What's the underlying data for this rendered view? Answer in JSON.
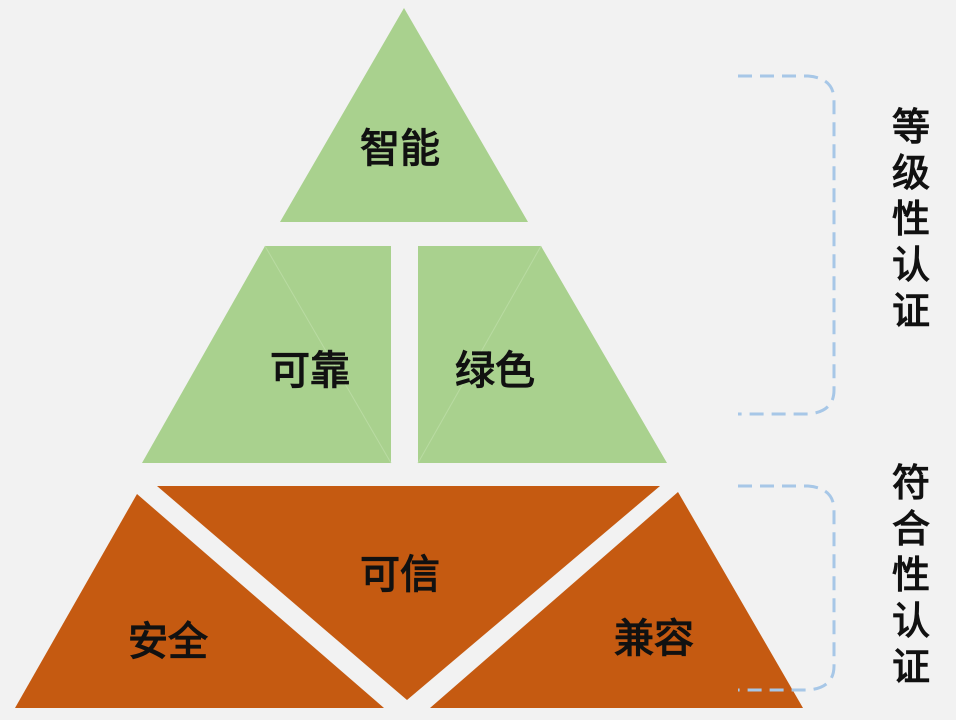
{
  "pyramid": {
    "top": {
      "label": "智能",
      "color": "#a9d18e"
    },
    "middle_left": {
      "label": "可靠",
      "color": "#a9d18e"
    },
    "middle_right": {
      "label": "绿色",
      "color": "#a9d18e"
    },
    "bottom_left": {
      "label": "安全",
      "color": "#c55a11"
    },
    "bottom_center": {
      "label": "可信",
      "color": "#c55a11"
    },
    "bottom_right": {
      "label": "兼容",
      "color": "#c55a11"
    }
  },
  "brackets": {
    "upper": {
      "label_chars": [
        "等",
        "级",
        "性",
        "认",
        "证"
      ],
      "color": "#a7c7e7"
    },
    "lower": {
      "label_chars": [
        "符",
        "合",
        "性",
        "认",
        "证"
      ],
      "color": "#a7c7e7"
    }
  }
}
